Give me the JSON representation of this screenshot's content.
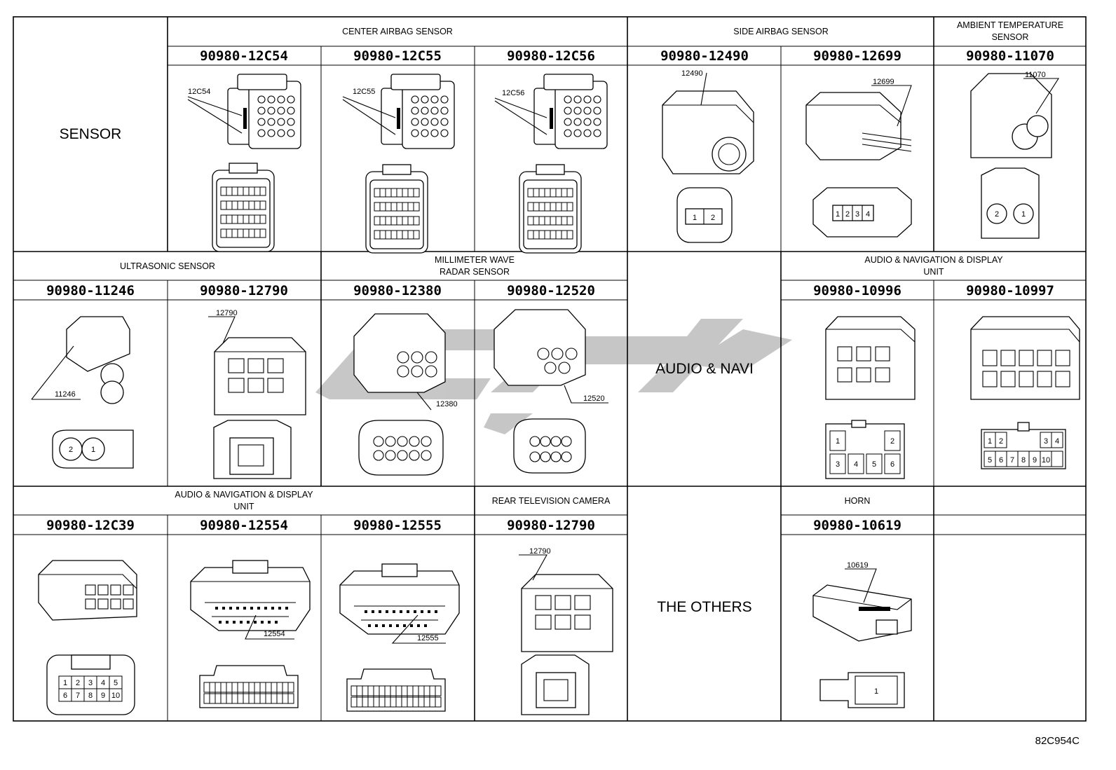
{
  "sections": {
    "sensor": "SENSOR",
    "center_airbag": "CENTER AIRBAG SENSOR",
    "side_airbag": "SIDE AIRBAG SENSOR",
    "ambient_1": "AMBIENT TEMPERATURE",
    "ambient_2": "SENSOR",
    "ultrasonic": "ULTRASONIC SENSOR",
    "mmw_1": "MILLIMETER WAVE",
    "mmw_2": "RADAR SENSOR",
    "audio_navi": "AUDIO & NAVI",
    "and_1": "AUDIO & NAVIGATION & DISPLAY",
    "and_2": "UNIT",
    "and3_1": "AUDIO & NAVIGATION & DISPLAY",
    "and3_2": "UNIT",
    "rear_cam": "REAR TELEVISION CAMERA",
    "the_others": "THE OTHERS",
    "horn": "HORN"
  },
  "parts": {
    "p12C54": "90980-12C54",
    "p12C55": "90980-12C55",
    "p12C56": "90980-12C56",
    "p12490": "90980-12490",
    "p12699": "90980-12699",
    "p11070": "90980-11070",
    "p11246": "90980-11246",
    "p12790": "90980-12790",
    "p12380": "90980-12380",
    "p12520": "90980-12520",
    "p10996": "90980-10996",
    "p10997": "90980-10997",
    "p12C39": "90980-12C39",
    "p12554": "90980-12554",
    "p12555": "90980-12555",
    "p12790b": "90980-12790",
    "p10619": "90980-10619"
  },
  "callouts": {
    "c12C54": "12C54",
    "c12C55": "12C55",
    "c12C56": "12C56",
    "c12490": "12490",
    "c12699": "12699",
    "c11070": "11070",
    "c11246": "11246",
    "c12790": "12790",
    "c12380": "12380",
    "c12520": "12520",
    "c12554": "12554",
    "c12555": "12555",
    "c12790b": "12790",
    "c10619": "10619"
  },
  "pins": {
    "p12490": [
      "1",
      "2"
    ],
    "p12699": [
      "1",
      "2",
      "3",
      "4"
    ],
    "p11070": [
      "2",
      "1"
    ],
    "p11246": [
      "2",
      "1"
    ],
    "p10996": [
      "1",
      "2",
      "3",
      "4",
      "5",
      "6"
    ],
    "p10997": [
      "1",
      "2",
      "3",
      "4",
      "5",
      "6",
      "7",
      "8",
      "9",
      "10"
    ],
    "p12C39": [
      "1",
      "2",
      "3",
      "4",
      "5",
      "6",
      "7",
      "8",
      "9",
      "10"
    ],
    "p10619": [
      "1"
    ]
  },
  "figure_code": "82C954C",
  "colors": {
    "line": "#000000",
    "watermark": "#bdbdbd",
    "background": "#ffffff"
  }
}
